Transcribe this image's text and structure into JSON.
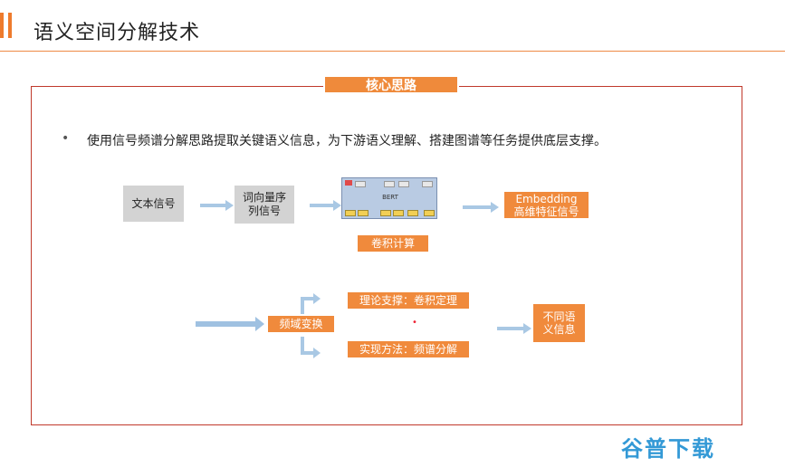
{
  "title": "语义空间分解技术",
  "core_tag": "核心思路",
  "bullet": {
    "marker": "•",
    "text": "使用信号频谱分解思路提取关键语义信息，为下游语义理解、搭建图谱等任务提供底层支撑。"
  },
  "row1": {
    "box_text": "文本信号",
    "box_word_vec": [
      "词向量序",
      "列信号"
    ],
    "bert_label": "BERT",
    "conv_label": "卷积计算",
    "embedding": [
      "Embedding",
      "高维特征信号"
    ]
  },
  "row2": {
    "freq_transform": "频域变换",
    "theory": "理论支撑：卷积定理",
    "method": "实现方法：频谱分解",
    "dot": "•",
    "result": [
      "不同语",
      "义信息"
    ]
  },
  "watermark": "谷普下载",
  "colors": {
    "accent": "#ee7b2d",
    "orange_box": "#f08a3c",
    "gray_box": "#d3d3d3",
    "arrow": "#a9c8e4",
    "frame": "#c0392b",
    "watermark": "#3399d6"
  }
}
